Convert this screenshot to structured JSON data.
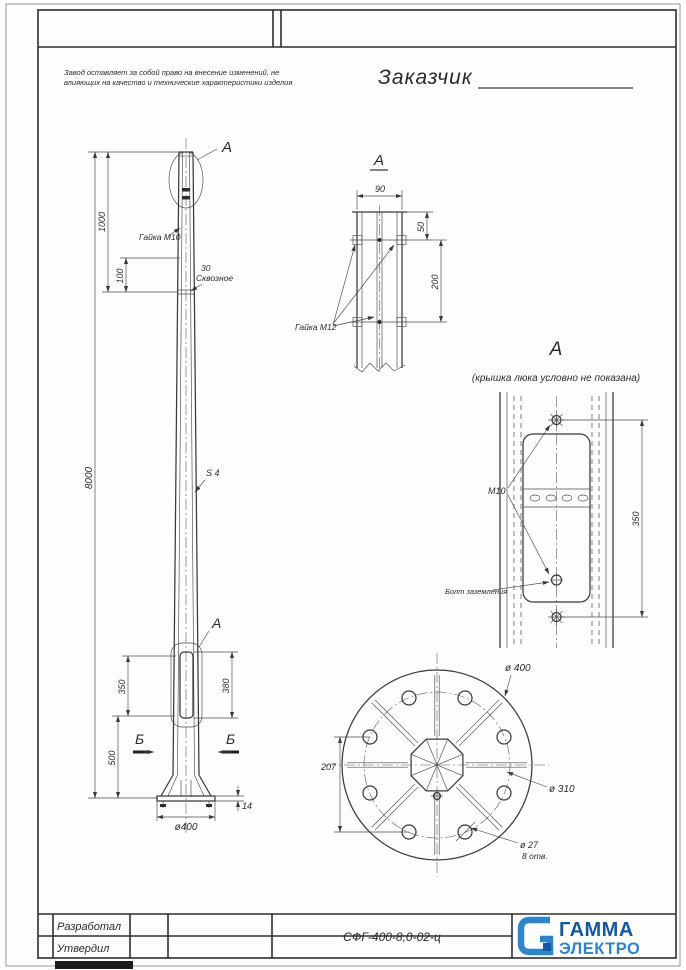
{
  "sheet": {
    "disclaimer_line1": "Завод оставляет за собой право на внесение изменений, не",
    "disclaimer_line2": "влияющих на качество и технические характеристики изделия",
    "customer_label": "Заказчик"
  },
  "elevation": {
    "detail_label_top": "А",
    "detail_label_mid": "А",
    "section_label_left": "Б",
    "section_label_right": "Б",
    "nut_label": "Гайка М10",
    "hole_dia": "30",
    "hole_note": "Сквозное",
    "wall_thickness": "S 4",
    "dim_top_segment": "1000",
    "dim_hole_offset": "100",
    "dim_total_height": "8000",
    "dim_hatch_left": "350",
    "dim_hatch_right": "380",
    "dim_base_segment": "500",
    "dim_plate_thickness": "14",
    "dim_base_width": "ø400"
  },
  "section_a": {
    "title": "А",
    "dim_width": "90",
    "dim_top_offset": "50",
    "dim_bolt_spacing": "200",
    "nut_label": "Гайка М12"
  },
  "detail_a": {
    "title": "А",
    "note": "(крышка люка условно не показана)",
    "bolt_label": "М10",
    "ground_bolt_label": "Болт заземления",
    "dim_height": "350"
  },
  "flange": {
    "dim_offset": "207",
    "dim_outer": "ø 400",
    "dim_bolt_circle": "ø 310",
    "dim_hole": "ø 27",
    "holes_note": "8 отв."
  },
  "title_block": {
    "row1_label": "Разработал",
    "row2_label": "Утвердил",
    "drawing_code": "СФГ-400-8,0-02-ц",
    "brand_line1": "ГАММА",
    "brand_line2": "ЭЛЕКТРО"
  },
  "colors": {
    "line": "#3a3a3a",
    "brand_dark": "#16589e",
    "brand_light": "#2e86c8"
  }
}
